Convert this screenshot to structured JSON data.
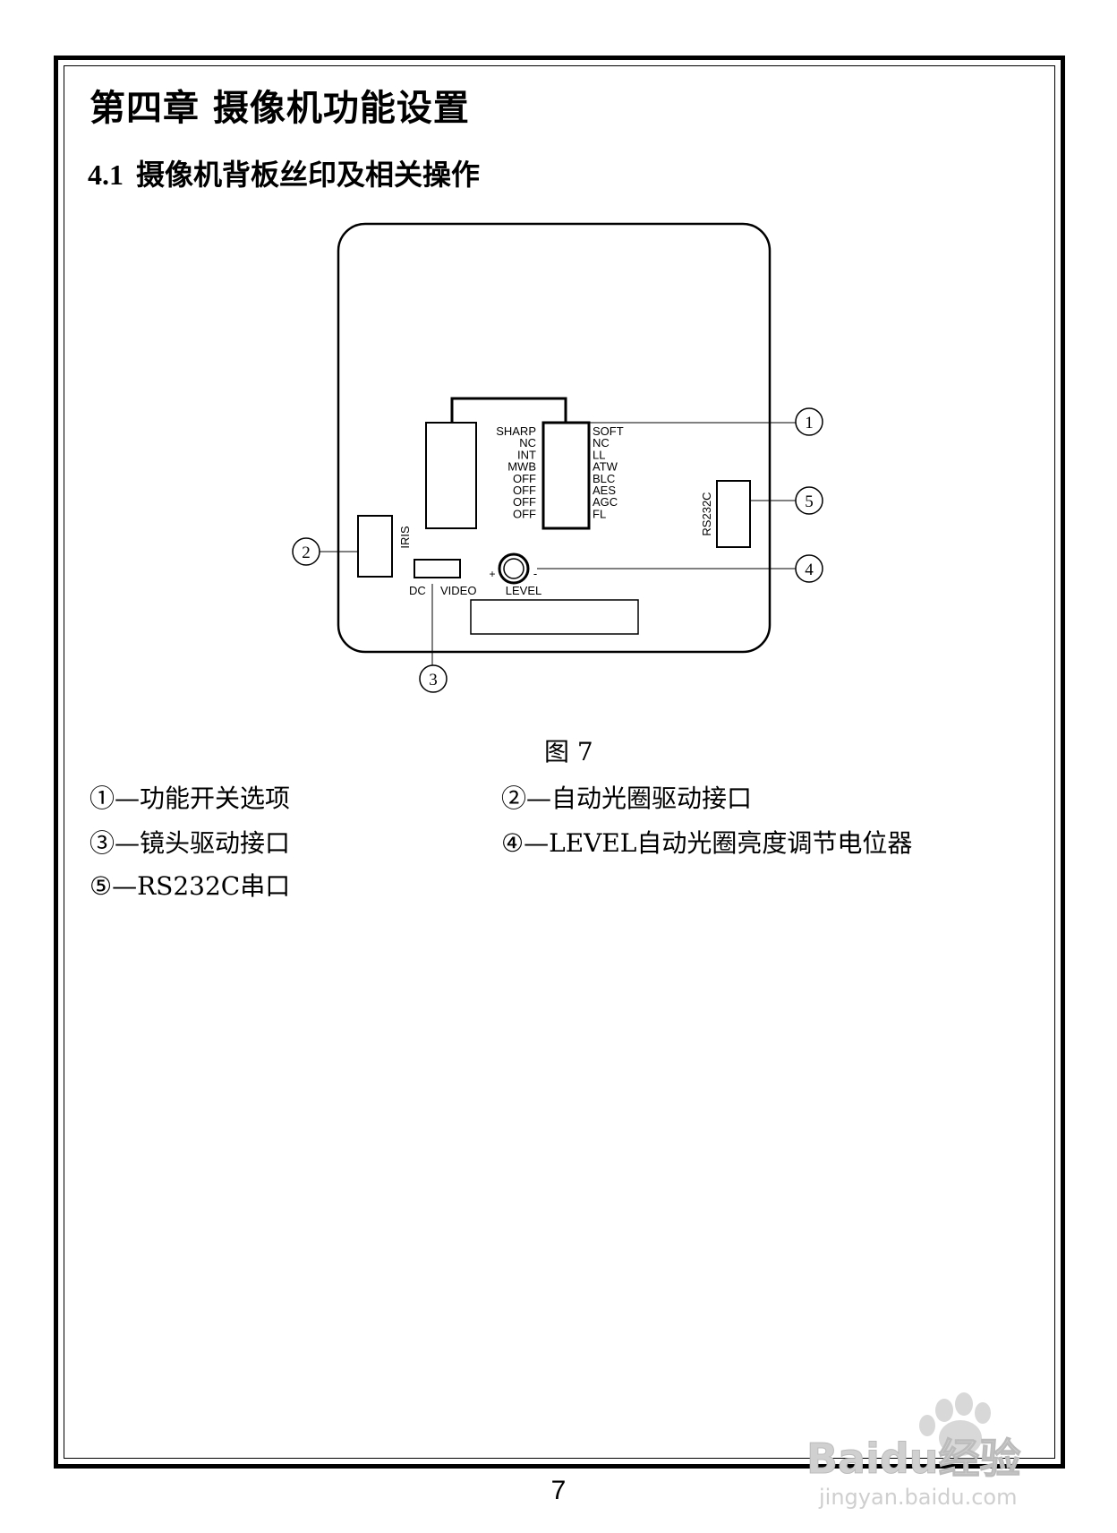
{
  "chapter_title": "第四章  摄像机功能设置",
  "section": {
    "number": "4.1",
    "title": "摄像机背板丝印及相关操作"
  },
  "diagram": {
    "left_switch_labels": [
      "SHARP",
      "NC",
      "INT",
      "MWB",
      "OFF",
      "OFF",
      "OFF",
      "OFF"
    ],
    "right_switch_labels": [
      "SOFT",
      "NC",
      "LL",
      "ATW",
      "BLC",
      "AES",
      "AGC",
      "FL"
    ],
    "iris_label": "IRIS",
    "dc_label": "DC",
    "video_label": "VIDEO",
    "level_label": "LEVEL",
    "plus_sign": "+",
    "minus_sign": "-",
    "rs232_label": "RS232C",
    "callouts": [
      "1",
      "2",
      "3",
      "4",
      "5"
    ]
  },
  "figure_caption": "图 7",
  "legend": {
    "item1": "①—功能开关选项",
    "item2": "②—自动光圈驱动接口",
    "item3": "③—镜头驱动接口",
    "item4": "④—LEVEL自动光圈亮度调节电位器",
    "item5": "⑤—RS232C串口"
  },
  "page_number": "7",
  "watermark": {
    "brand": "Baidu经验",
    "url": "jingyan.baidu.com"
  }
}
